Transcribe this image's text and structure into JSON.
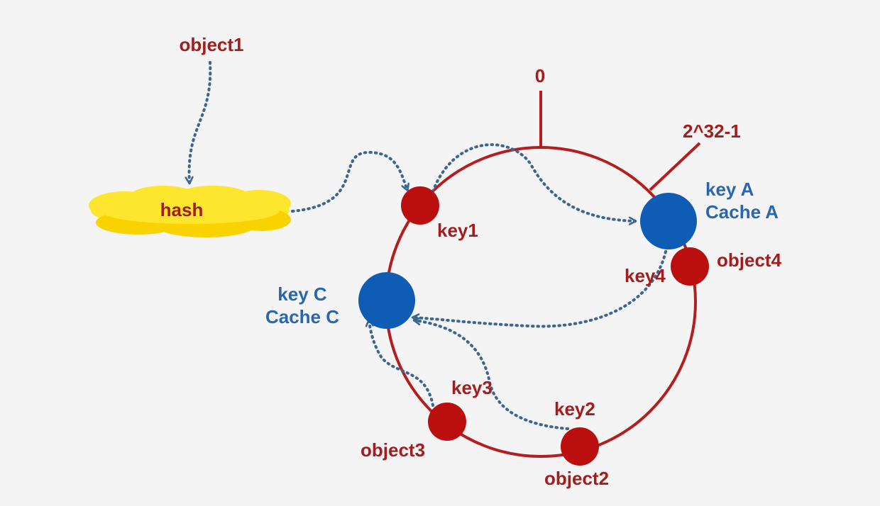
{
  "colors": {
    "ring": "#b51e1e",
    "red_text": "#a41c1c",
    "blue_text": "#2a66b0",
    "key_node": "#bb0f0f",
    "cache_node": "#0f5cb4",
    "arrow": "#3c6691",
    "cloud": "#ffe62e"
  },
  "labels": {
    "object1": "object1",
    "hash": "hash",
    "zero": "0",
    "max": "2^32-1",
    "key1": "key1",
    "key2": "key2",
    "key3": "key3",
    "key4": "key4",
    "object2": "object2",
    "object3": "object3",
    "object4": "object4",
    "cache_a_key": "key A",
    "cache_a_name": "Cache A",
    "cache_c_key": "key C",
    "cache_c_name": "Cache C"
  }
}
